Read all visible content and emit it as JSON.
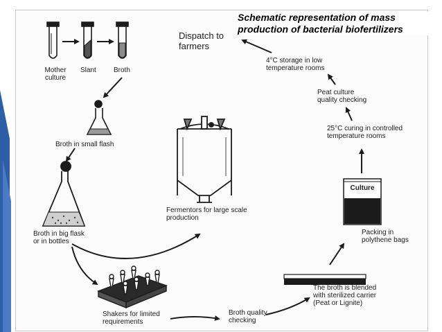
{
  "title": {
    "line1": "Schematic representation of mass",
    "line2": "production of bacterial biofertilizers"
  },
  "steps": {
    "mother_culture": [
      "Mother",
      "culture"
    ],
    "slant": "Slant",
    "broth": "Broth",
    "broth_small_flask": "Broth in small flash",
    "broth_big_flask": [
      "Broth in big flask",
      "or in bottles"
    ],
    "shakers": [
      "Shakers for limited",
      "requirements"
    ],
    "fermentors": [
      "Fermentors for large scale",
      "production"
    ],
    "broth_quality": [
      "Broth quality",
      "checking"
    ],
    "blended": [
      "The broth is blended",
      "with sterilized carrier",
      "(Peat or Lignite)"
    ],
    "packing": [
      "Packing in",
      "polythene bags"
    ],
    "packet_label": "Culture",
    "curing": [
      "25°C curing in controlled",
      "temperature rooms"
    ],
    "peat_quality": [
      "Peat culture",
      "quality checking"
    ],
    "storage": [
      "4°C storage in low",
      "temperature rooms"
    ],
    "dispatch": [
      "Dispatch to",
      "farmers"
    ]
  },
  "colors": {
    "slide_accent": "#2e5fa6",
    "ink": "#1c1c1c"
  }
}
